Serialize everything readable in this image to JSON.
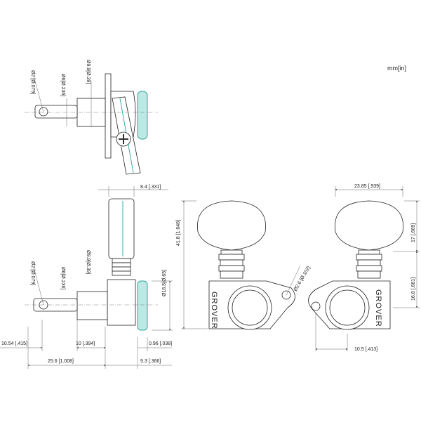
{
  "units_label": "mm[in]",
  "brand": "GROVER",
  "dimensions": {
    "top_hole": "Ø2 [Ø.079]",
    "top_post": "Ø6[Ø.236]",
    "top_bushing": "Ø9.9[Ø.39]",
    "button_width": "8.4 [.331]",
    "mid_hole": "Ø2 [Ø.079]",
    "mid_post": "Ø6[Ø.236]",
    "mid_bushing": "Ø9.9[Ø.39]",
    "gear": "Ø16.5[Ø.65]",
    "left_offset": "10.54 [.415]",
    "post_len": "10 [.394]",
    "washer": "0.96 [.038]",
    "overall_len": "25.6 [1.008]",
    "back_len": "9.3 [.366]",
    "total_height": "41.8 [1.646]",
    "screw_hole": "Ø2.6 [Ø.102]",
    "button_span": "23.85 [.939]",
    "button_height": "17 [.669]",
    "shaft_height": "16.8 [.661]",
    "ear_offset": "10.5 [.413]"
  },
  "colors": {
    "line": "#222222",
    "accent": "#2aa7a0"
  }
}
